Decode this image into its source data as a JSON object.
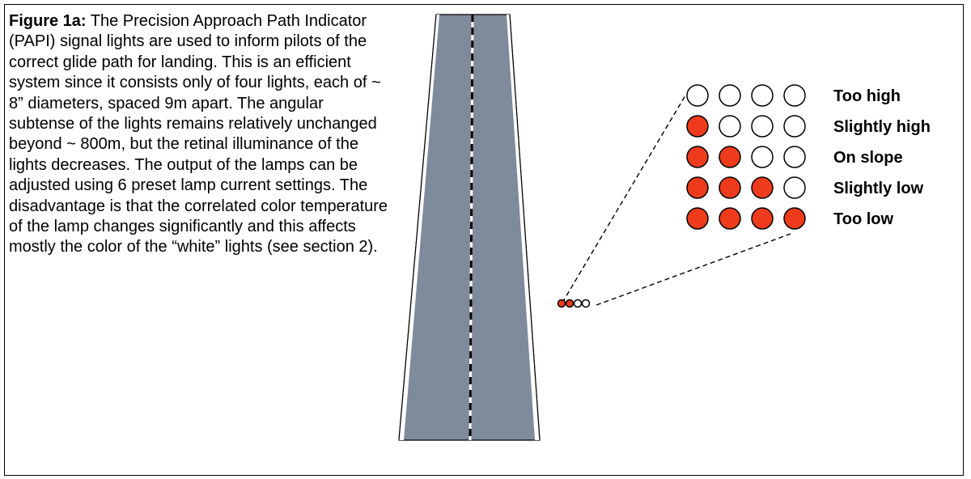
{
  "caption": {
    "label": "Figure 1a:",
    "text": " The Precision Approach Path Indicator (PAPI) signal lights are used to inform pilots of the correct glide path for landing. This is an efficient system since it consists only of four lights, each of ~ 8” diameters, spaced 9m apart. The angular subtense of the lights remains relatively unchanged beyond ~ 800m, but the retinal illuminance of the lights decreases. The output of the lamps can be adjusted using 6 preset lamp current settings. The disadvantage is that the correlated color temperature of the lamp changes significantly and this affects mostly the color of the “white” lights (see section 2)."
  },
  "colors": {
    "runway": "#7f8b9b",
    "red_light": "#ee3b1c",
    "white_light": "#ffffff",
    "outline": "#000000"
  },
  "papi": {
    "states": [
      {
        "label": "Too high",
        "red_count": 0
      },
      {
        "label": "Slightly high",
        "red_count": 1
      },
      {
        "label": "On slope",
        "red_count": 2
      },
      {
        "label": "Slightly low",
        "red_count": 3
      },
      {
        "label": "Too low",
        "red_count": 4
      }
    ],
    "runway_side_indicator": {
      "red_count": 2
    }
  }
}
